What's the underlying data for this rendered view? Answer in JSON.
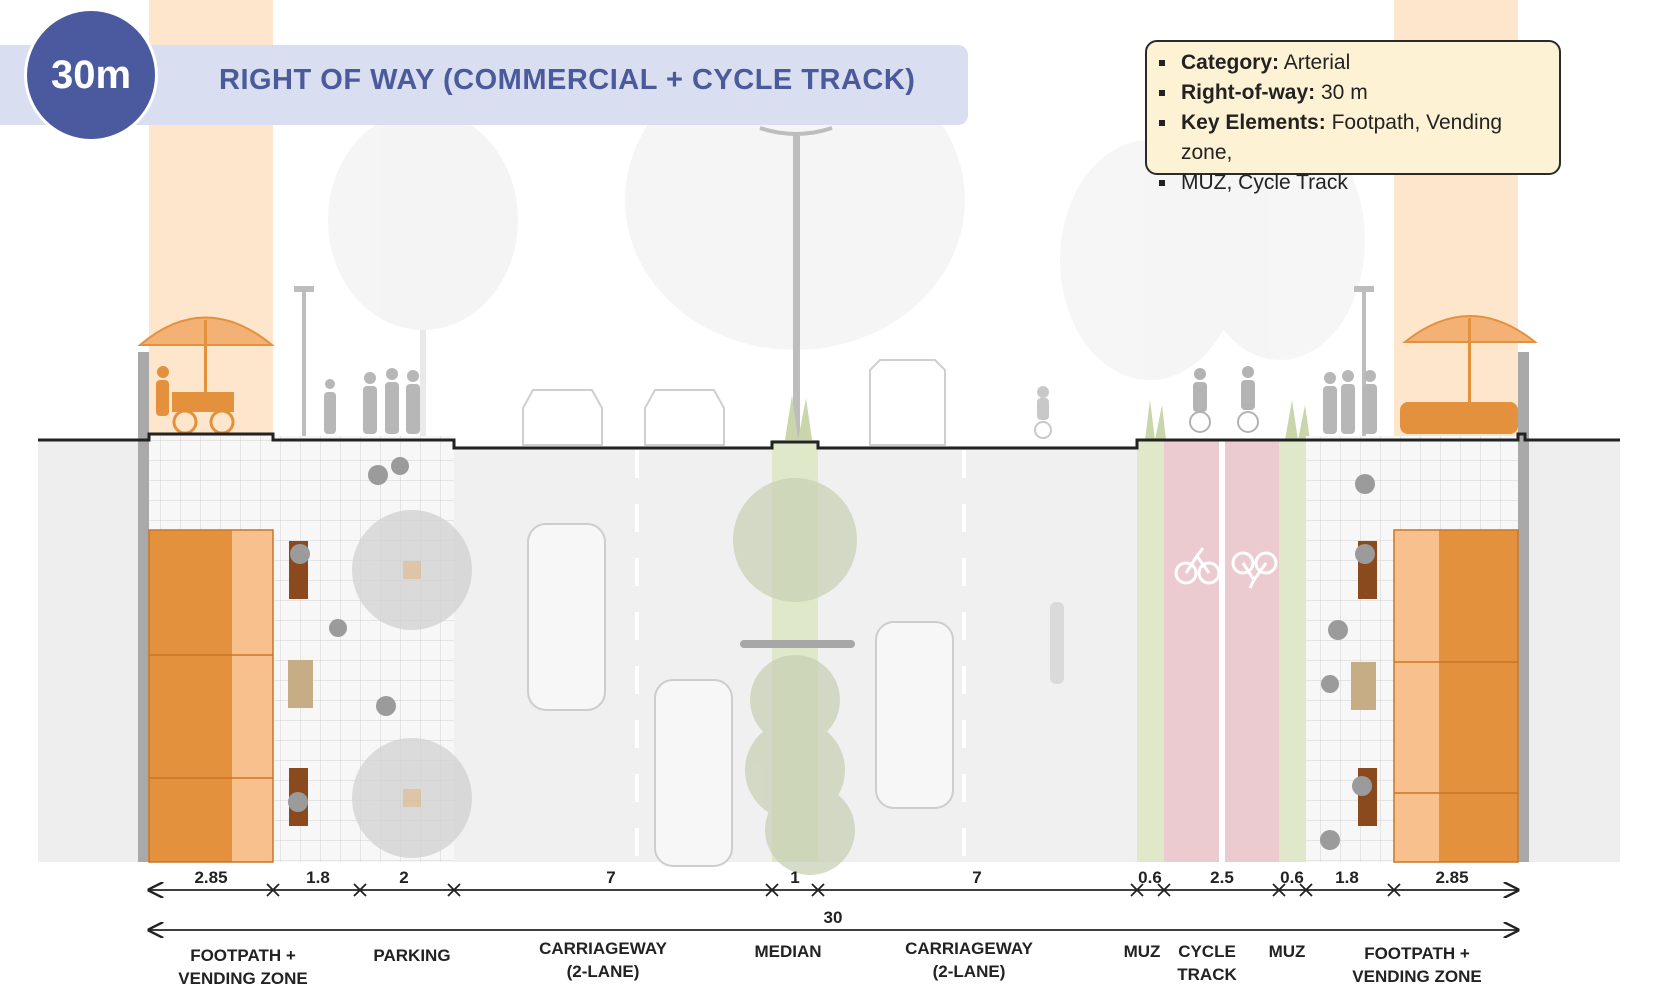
{
  "badge": {
    "label": "30m"
  },
  "title": "RIGHT OF WAY (COMMERCIAL + CYCLE TRACK)",
  "info": [
    {
      "key": "Category:",
      "value": "Arterial"
    },
    {
      "key": "Right-of-way:",
      "value": "30 m"
    },
    {
      "key": "Key Elements:",
      "value": "Footpath, Vending zone,"
    },
    {
      "key": "",
      "value": "MUZ, Cycle Track"
    }
  ],
  "dimensions": [
    "2.85",
    "1.8",
    "2",
    "7",
    "1",
    "7",
    "0.6",
    "2.5",
    "0.6",
    "1.8",
    "2.85"
  ],
  "total_width": "30",
  "zones": [
    {
      "line1": "FOOTPATH +",
      "line2": "VENDING ZONE"
    },
    {
      "line1": "PARKING",
      "line2": ""
    },
    {
      "line1": "CARRIAGEWAY",
      "line2": "(2-LANE)"
    },
    {
      "line1": "MEDIAN",
      "line2": ""
    },
    {
      "line1": "CARRIAGEWAY",
      "line2": "(2-LANE)"
    },
    {
      "line1": "MUZ",
      "line2": ""
    },
    {
      "line1": "CYCLE",
      "line2": "TRACK"
    },
    {
      "line1": "MUZ",
      "line2": ""
    },
    {
      "line1": "FOOTPATH +",
      "line2": "VENDING ZONE"
    }
  ],
  "colors": {
    "title_bar": "#d9dff0",
    "title_text": "#4a5a9a",
    "badge": "#4b5a9f",
    "vending": "#e3913c",
    "vending_light": "#f8c08c",
    "cycle_track": "#eccbd0",
    "muz": "#dfe8c8",
    "road": "#f0f0f0",
    "info_bg": "#fdf2d3"
  },
  "icons": [
    "umbrella-icon",
    "cart-icon",
    "pedestrian-icon",
    "car-icon",
    "cyclist-icon",
    "bicycle-marking-icon",
    "tree-icon",
    "streetlight-icon"
  ]
}
